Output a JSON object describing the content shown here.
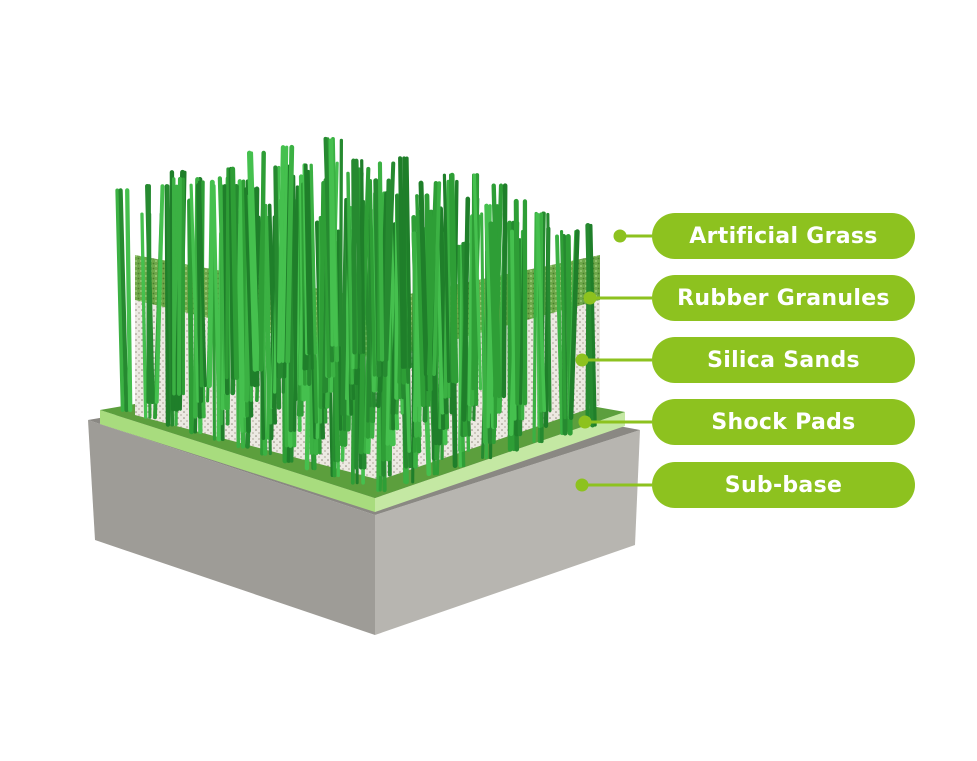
{
  "colors": {
    "accent": "#8dc21f",
    "grass": "#2e9e36",
    "concrete": "#9a9893"
  },
  "layers": [
    {
      "label": "Artificial Grass"
    },
    {
      "label": "Rubber Granules"
    },
    {
      "label": "Silica Sands"
    },
    {
      "label": "Shock Pads"
    },
    {
      "label": "Sub-base"
    }
  ]
}
